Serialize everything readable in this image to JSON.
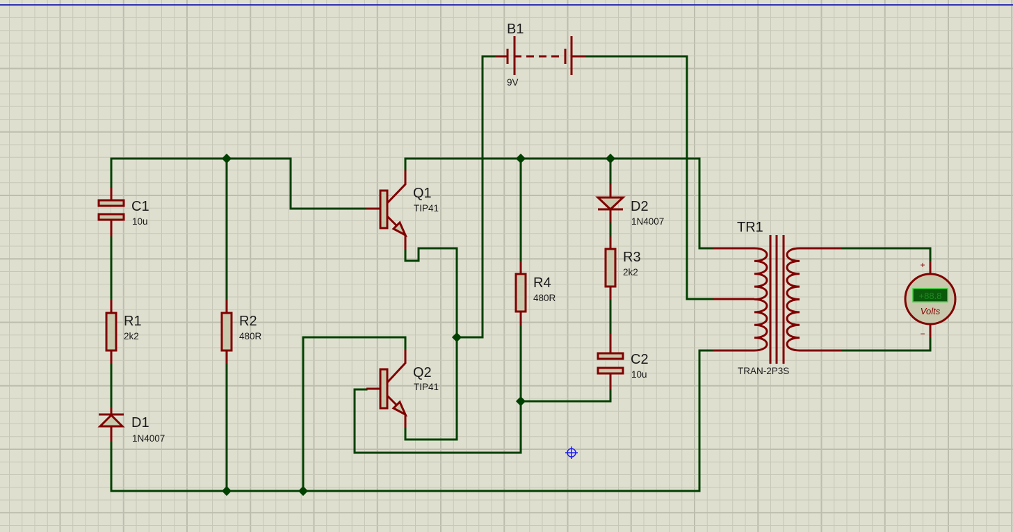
{
  "app": {
    "title": "Schematic Capture",
    "background_color": "#dfdfd0",
    "grid_color": "#c3c3b4",
    "wire_color": "#004000",
    "component_color": "#800000",
    "top_line_color": "#0000b0"
  },
  "components": {
    "B1": {
      "ref": "B1",
      "value": "9V",
      "type": "battery"
    },
    "C1": {
      "ref": "C1",
      "value": "10u",
      "type": "electrolytic-capacitor"
    },
    "C2": {
      "ref": "C2",
      "value": "10u",
      "type": "electrolytic-capacitor"
    },
    "R1": {
      "ref": "R1",
      "value": "2k2",
      "type": "resistor"
    },
    "R2": {
      "ref": "R2",
      "value": "480R",
      "type": "resistor"
    },
    "R3": {
      "ref": "R3",
      "value": "2k2",
      "type": "resistor"
    },
    "R4": {
      "ref": "R4",
      "value": "480R",
      "type": "resistor"
    },
    "D1": {
      "ref": "D1",
      "value": "1N4007",
      "type": "diode"
    },
    "D2": {
      "ref": "D2",
      "value": "1N4007",
      "type": "diode"
    },
    "Q1": {
      "ref": "Q1",
      "value": "TIP41",
      "type": "npn-transistor"
    },
    "Q2": {
      "ref": "Q2",
      "value": "TIP41",
      "type": "npn-transistor"
    },
    "TR1": {
      "ref": "TR1",
      "value": "TRAN-2P3S",
      "type": "transformer"
    },
    "VM1": {
      "display": "+88.8",
      "unit": "Volts",
      "plus": "+",
      "minus": "−",
      "type": "voltmeter"
    }
  },
  "cursor": {
    "icon": "crosshair-cursor-icon"
  }
}
